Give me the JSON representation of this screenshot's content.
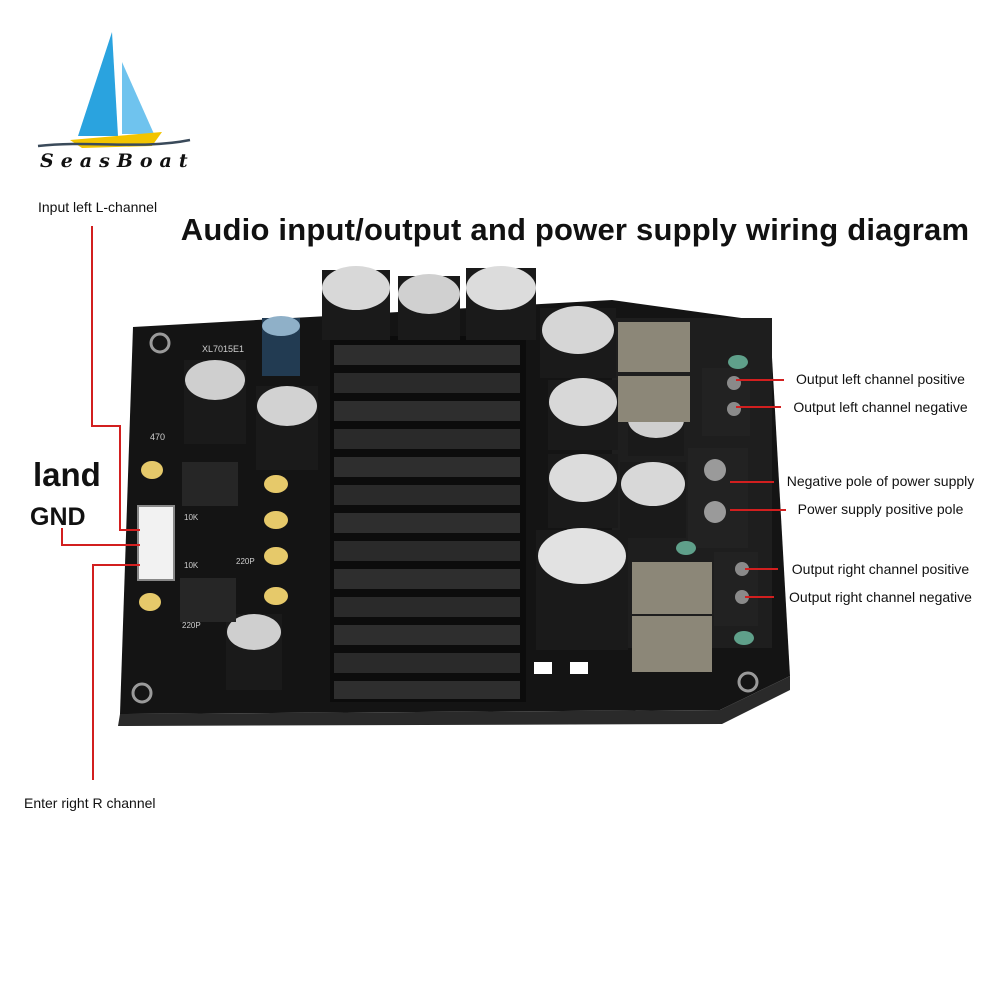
{
  "title": "Audio input/output and power supply wiring diagram",
  "brand": {
    "name": "SeasBoat",
    "logo_icon": "sailboat-logo-icon",
    "colors": {
      "sail_blue": "#2aa3df",
      "sail_light": "#6fc3ee",
      "hull_yellow": "#f2c400",
      "water": "#3a4a5a"
    }
  },
  "labels": {
    "input_left": "Input left L-channel",
    "land": "land",
    "gnd": "GND",
    "input_right": "Enter right R channel",
    "out_left_pos": "Output left channel positive",
    "out_left_neg": "Output left channel negative",
    "power_neg": "Negative pole of power supply",
    "power_pos": "Power supply positive pole",
    "out_right_pos": "Output right channel positive",
    "out_right_neg": "Output right channel negative"
  },
  "board_markings": {
    "chip": "XL7015E1",
    "inductor": "470",
    "r1": "10K",
    "r2": "220P",
    "r3": "10K",
    "r4": "220P"
  },
  "colors": {
    "wire": "#d21f1f",
    "board": "#141414",
    "heatsink": "#1c1c1c",
    "terminal": "#222222"
  }
}
